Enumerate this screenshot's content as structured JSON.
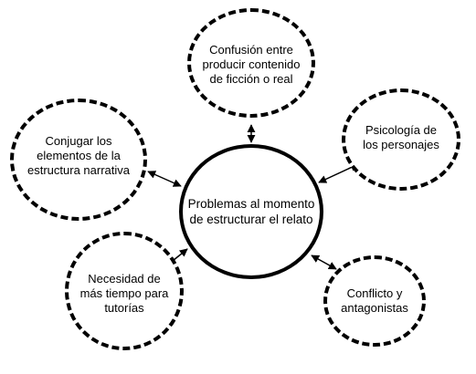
{
  "diagram": {
    "central": {
      "label": "Problemas al momento\nde estructurar el relato"
    },
    "nodes": {
      "confusion": {
        "label": "Confusión entre\nproducir contenido\nde ficción o real"
      },
      "conjugar": {
        "label": "Conjugar los\nelementos de la\nestructura narrativa"
      },
      "psicologia": {
        "label": "Psicología de\nlos personajes"
      },
      "necesidad": {
        "label": "Necesidad de\nmás tiempo para\ntutorías"
      },
      "conflicto": {
        "label": "Conflicto y\nantagonistas"
      }
    },
    "connector": "bidirectional-arrow",
    "colors": {
      "stroke": "#000000",
      "background": "#ffffff"
    }
  }
}
